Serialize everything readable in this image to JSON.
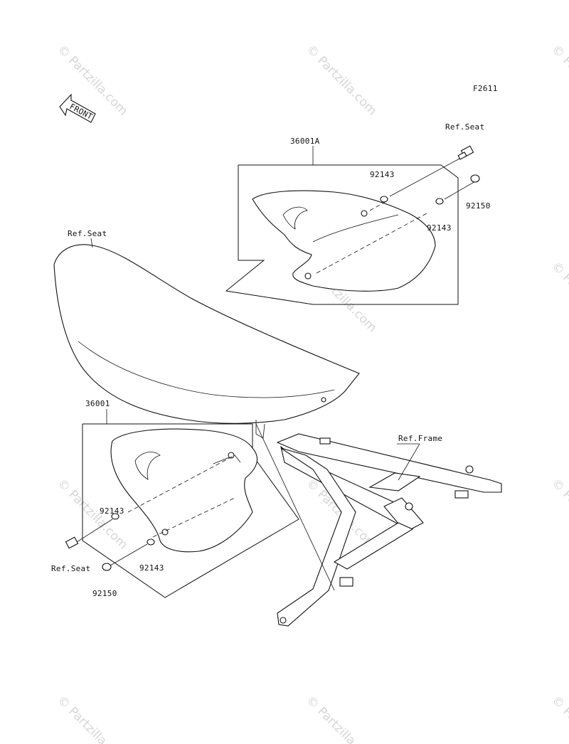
{
  "figure_code": "F2611",
  "front_arrow_label": "FRONT",
  "watermark_text": "© Partzilla.com",
  "callouts": {
    "part_36001A": "36001A",
    "part_36001": "36001",
    "ref_seat_top": "Ref.Seat",
    "ref_seat_left": "Ref.Seat",
    "ref_seat_bottom": "Ref.Seat",
    "ref_frame": "Ref.Frame",
    "washer_92143_top_a": "92143",
    "washer_92143_top_b": "92143",
    "bolt_92150_top": "92150",
    "washer_92143_bottom_a": "92143",
    "washer_92143_bottom_b": "92143",
    "bolt_92150_bottom": "92150"
  }
}
